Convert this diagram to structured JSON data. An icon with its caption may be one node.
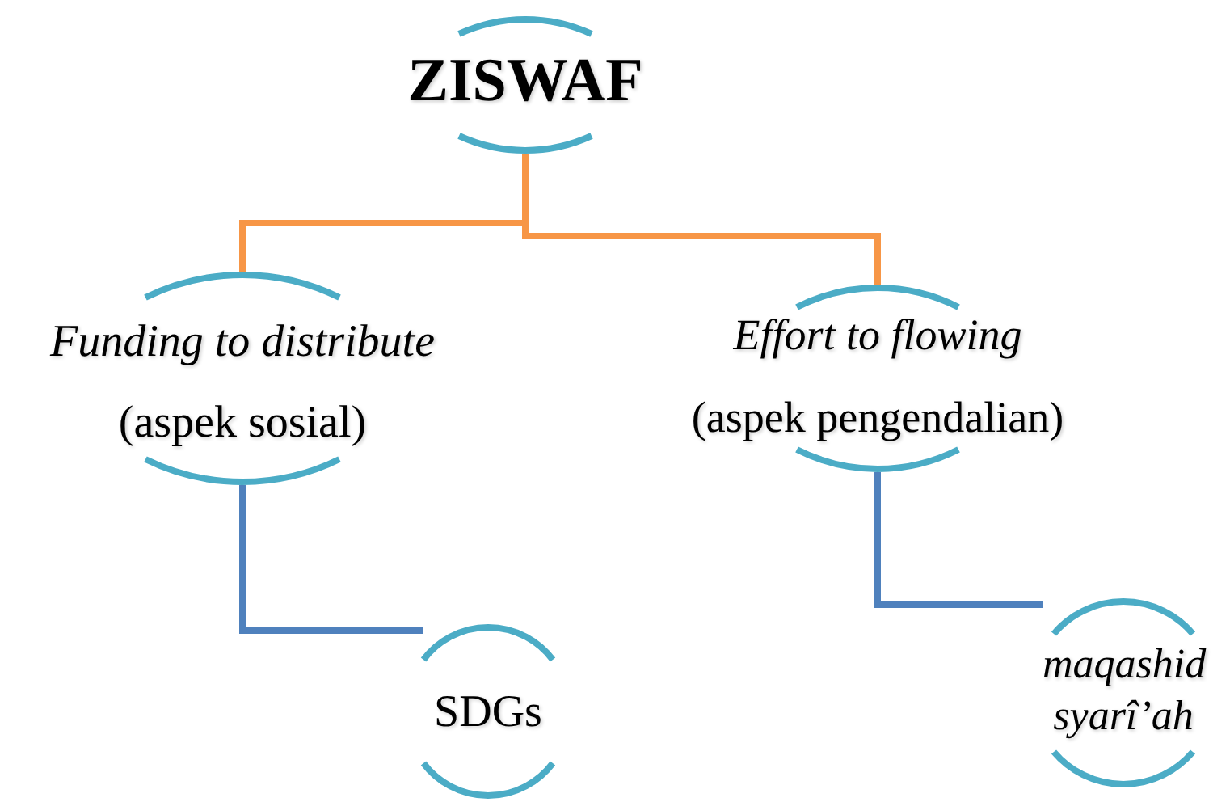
{
  "diagram": {
    "nodes": [
      {
        "text": [
          "ZISWAF"
        ]
      },
      {
        "text": [
          "Funding to distribute",
          "(aspek sosial)"
        ]
      },
      {
        "text": [
          "Effort to flowing",
          "(aspek pengendalian)"
        ]
      },
      {
        "text": [
          "SDGs"
        ]
      },
      {
        "text": [
          "maqashid syarî’ah"
        ]
      }
    ],
    "edges": [
      {
        "from": 0,
        "to": 1,
        "arrow": "none",
        "color": "#f79646"
      },
      {
        "from": 0,
        "to": 2,
        "arrow": "none",
        "color": "#f79646"
      },
      {
        "from": 1,
        "to": 3,
        "arrow": "none",
        "color": "#4f81bd"
      },
      {
        "from": 2,
        "to": 4,
        "arrow": "none",
        "color": "#4f81bd"
      }
    ]
  }
}
